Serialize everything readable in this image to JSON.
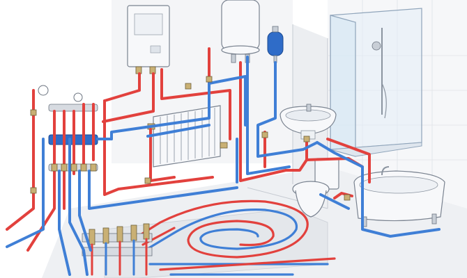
{
  "colors": {
    "hot_supply": "#e2413d",
    "cold_supply": "#3f7fd6",
    "wall": "#f1f2f4",
    "floor": "#e6e8eb",
    "ceramic": "#f7f8fa",
    "brass_fitting": "#c9b074"
  },
  "components": [
    {
      "name": "wall-mounted-boiler",
      "icon": "boiler-icon"
    },
    {
      "name": "hot-water-storage-cylinder",
      "icon": "cylinder-icon"
    },
    {
      "name": "expansion-vessel",
      "icon": "expansion-tank-icon"
    },
    {
      "name": "wall-radiator",
      "icon": "radiator-icon"
    },
    {
      "name": "supply-return-manifold",
      "icon": "manifold-icon"
    },
    {
      "name": "floor-heating-manifold",
      "icon": "manifold-icon"
    },
    {
      "name": "underfloor-heating-loops",
      "icon": "spiral-icon"
    },
    {
      "name": "washbasin",
      "icon": "sink-icon"
    },
    {
      "name": "shower-enclosure",
      "icon": "shower-icon"
    },
    {
      "name": "toilet",
      "icon": "toilet-icon"
    },
    {
      "name": "bathtub",
      "icon": "bathtub-icon"
    }
  ]
}
